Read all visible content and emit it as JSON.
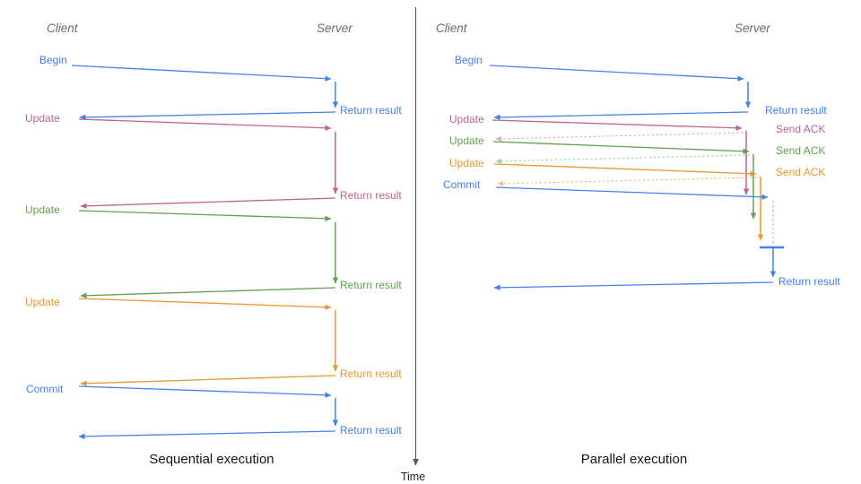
{
  "time_axis": {
    "label": "Time"
  },
  "colors": {
    "blue": "#4380e8",
    "pink": "#bd6292",
    "green": "#5fa24c",
    "orange": "#e8962e",
    "ack_blue_light": "#9ec0f5",
    "ack_pink_light": "#ddaec9",
    "ack_green_light": "#a9d49a",
    "ack_orange_light": "#f3bd82",
    "header_gray": "#6b6b6b"
  },
  "panels": {
    "left": {
      "client_header": "Client",
      "server_header": "Server",
      "caption": "Sequential execution",
      "messages": [
        {
          "label": "Begin",
          "return_label": "Return result",
          "color": "#4380e8"
        },
        {
          "label": "Update",
          "return_label": "Return result",
          "color": "#bd6292"
        },
        {
          "label": "Update",
          "return_label": "Return result",
          "color": "#5fa24c"
        },
        {
          "label": "Update",
          "return_label": "Return result",
          "color": "#e8962e"
        },
        {
          "label": "Commit",
          "return_label": "Return result",
          "color": "#4380e8"
        }
      ]
    },
    "right": {
      "client_header": "Client",
      "server_header": "Server",
      "caption": "Parallel execution",
      "messages": [
        {
          "label": "Begin",
          "return_label": "Return result",
          "color": "#4380e8"
        },
        {
          "label": "Update",
          "ack_label": "Send ACK",
          "color": "#bd6292"
        },
        {
          "label": "Update",
          "ack_label": "Send ACK",
          "color": "#5fa24c"
        },
        {
          "label": "Update",
          "ack_label": "Send ACK",
          "color": "#e8962e"
        },
        {
          "label": "Commit",
          "color": "#4380e8"
        }
      ],
      "final_return_label": "Return result"
    }
  }
}
